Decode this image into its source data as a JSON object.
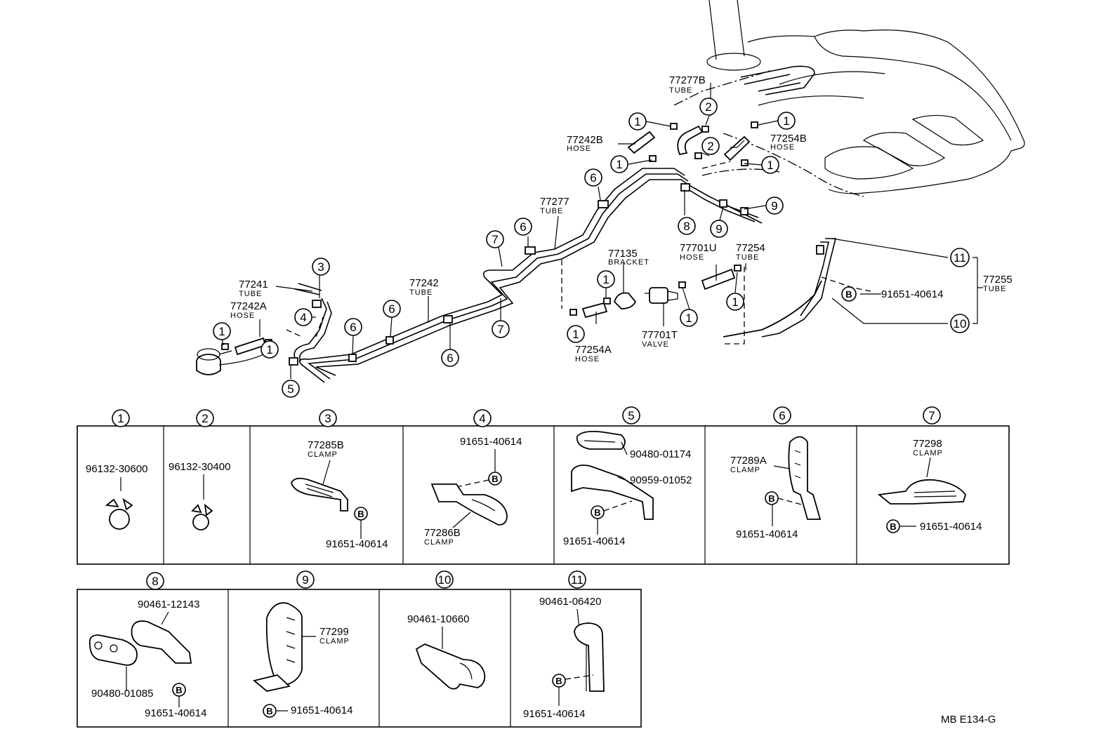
{
  "refs": {
    "r1": "1",
    "r2": "2",
    "r3": "3",
    "r4": "4",
    "r5": "5",
    "r6": "6",
    "r7": "7",
    "r8": "8",
    "r9": "9",
    "r10": "10",
    "r11": "11",
    "b": "B"
  },
  "labels": {
    "p77277B": "77277B",
    "tube": "TUBE",
    "p77242B": "77242B",
    "hose": "HOSE",
    "p77254B": "77254B",
    "p77277": "77277",
    "p77135": "77135",
    "bracket": "BRACKET",
    "p77701U": "77701U",
    "p77254": "77254",
    "p77255": "77255",
    "p77241": "77241",
    "p77242A": "77242A",
    "p77242": "77242",
    "p77254A": "77254A",
    "p77701T": "77701T",
    "valve": "VALVE",
    "bolt_91651": "91651-40614"
  },
  "detail_row1": [
    {
      "ref": "1",
      "part": "96132-30600"
    },
    {
      "ref": "2",
      "part": "96132-30400"
    },
    {
      "ref": "3",
      "part": "77285B",
      "sub": "CLAMP",
      "bolt": "91651-40614"
    },
    {
      "ref": "4",
      "part": "77286B",
      "sub": "CLAMP",
      "bolt": "91651-40614"
    },
    {
      "ref": "5",
      "part_a": "90480-01174",
      "part_b": "90959-01052",
      "bolt": "91651-40614"
    },
    {
      "ref": "6",
      "part": "77289A",
      "sub": "CLAMP",
      "bolt": "91651-40614"
    },
    {
      "ref": "7",
      "part": "77298",
      "sub": "CLAMP",
      "bolt": "91651-40614"
    }
  ],
  "detail_row2": [
    {
      "ref": "8",
      "part_a": "90461-12143",
      "part_b": "90480-01085",
      "bolt": "91651-40614"
    },
    {
      "ref": "9",
      "part": "77299",
      "sub": "CLAMP",
      "bolt": "91651-40614"
    },
    {
      "ref": "10",
      "part": "90461-10660"
    },
    {
      "ref": "11",
      "part": "90461-06420",
      "bolt": "91651-40614"
    }
  ],
  "drawing_code": "MB E134-G"
}
